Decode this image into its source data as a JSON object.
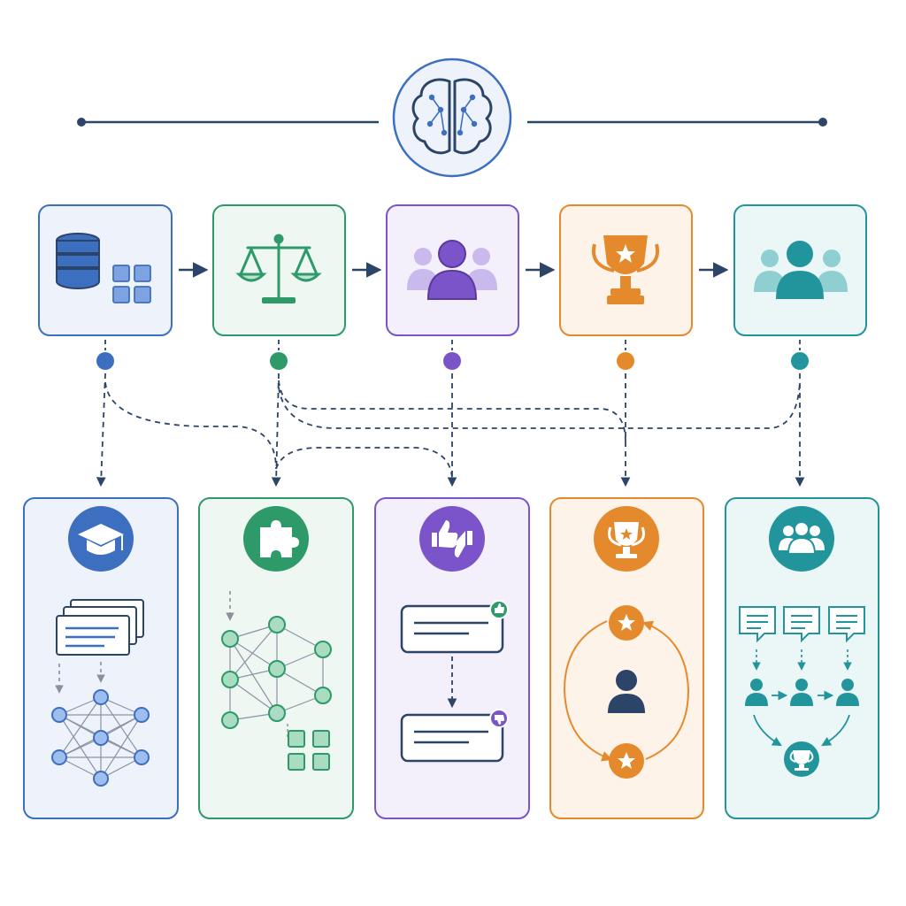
{
  "colors": {
    "navy": "#2b4468",
    "blue": "#3d6fc0",
    "blue_fill": "#eef3fb",
    "green": "#2e9a6a",
    "green_fill": "#eef7f2",
    "purple": "#7b54c9",
    "purple_fill": "#f3effb",
    "orange": "#e58a2c",
    "orange_fill": "#fdf3e9",
    "teal": "#22959c",
    "teal_fill": "#ebf6f6",
    "brain_circle": "#eef3fb",
    "brain_circle_border": "#3d6fc0"
  },
  "hub": {
    "icon": "brain-icon"
  },
  "stages": [
    {
      "id": "data",
      "icon": "database-icon",
      "color_key": "blue"
    },
    {
      "id": "balance",
      "icon": "scales-icon",
      "color_key": "green"
    },
    {
      "id": "people",
      "icon": "user-group-icon",
      "color_key": "purple"
    },
    {
      "id": "reward",
      "icon": "trophy-icon",
      "color_key": "orange"
    },
    {
      "id": "team",
      "icon": "team-icon",
      "color_key": "teal"
    }
  ],
  "panels": [
    {
      "id": "learning",
      "icon": "graduation-cap-icon",
      "color_key": "blue"
    },
    {
      "id": "reasoning",
      "icon": "puzzle-icon",
      "color_key": "green"
    },
    {
      "id": "feedback",
      "icon": "thumbs-up-down-icon",
      "color_key": "purple"
    },
    {
      "id": "reward-loop",
      "icon": "trophy-icon",
      "color_key": "orange"
    },
    {
      "id": "collaboration",
      "icon": "team-icon",
      "color_key": "teal"
    }
  ]
}
